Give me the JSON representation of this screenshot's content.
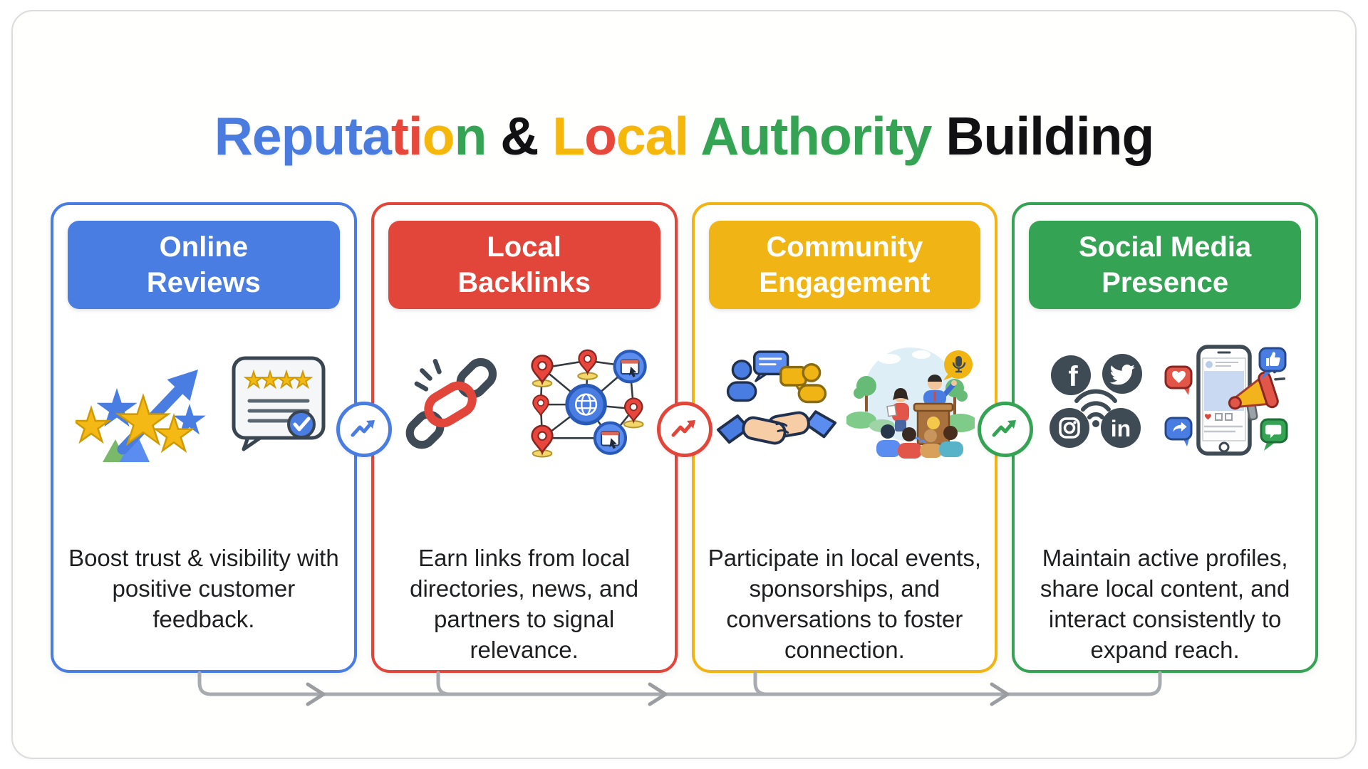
{
  "title": {
    "full_text": "Reputation & Local Authority Building",
    "segments": [
      {
        "text": "Reputa",
        "color": "#4a7ce0"
      },
      {
        "text": "ti",
        "color": "#e8473b"
      },
      {
        "text": "o",
        "color": "#f5b70a"
      },
      {
        "text": "n",
        "color": "#34a353"
      },
      {
        "text": " & ",
        "color": "#111113"
      },
      {
        "text": "L",
        "color": "#f5b70a"
      },
      {
        "text": "o",
        "color": "#e8473b"
      },
      {
        "text": "cal",
        "color": "#f5b70a"
      },
      {
        "text": " ",
        "color": "#111113"
      },
      {
        "text": "Authority",
        "color": "#34a353"
      },
      {
        "text": " Building",
        "color": "#111113"
      }
    ]
  },
  "cards": [
    {
      "id": "online-reviews",
      "color": "#4a7de2",
      "header_lines": [
        "Online",
        "Reviews"
      ],
      "description": "Boost trust & visibility with positive customer feedback.",
      "icons": [
        "star-growth-icon",
        "review-card-icon"
      ]
    },
    {
      "id": "local-backlinks",
      "color": "#e2463a",
      "header_lines": [
        "Local",
        "Backlinks"
      ],
      "description": "Earn links from local directories, news, and partners to signal relevance.",
      "icons": [
        "broken-link-icon",
        "local-network-icon"
      ]
    },
    {
      "id": "community-engagement",
      "color": "#f0b514",
      "header_lines": [
        "Community",
        "Engagement"
      ],
      "description": "Participate in local events, sponsorships, and conversations to foster connection.",
      "icons": [
        "handshake-icon",
        "community-event-icon"
      ]
    },
    {
      "id": "social-media-presence",
      "color": "#34a353",
      "header_lines": [
        "Social Media",
        "Presence"
      ],
      "description": "Maintain active profiles, share local content, and interact consistently to expand reach.",
      "icons": [
        "social-networks-icon",
        "phone-megaphone-icon"
      ]
    }
  ],
  "connectors": [
    {
      "name": "growth-connector-1",
      "color": "#4a7de2"
    },
    {
      "name": "growth-connector-2",
      "color": "#e2463a"
    },
    {
      "name": "growth-connector-3",
      "color": "#34a353"
    }
  ],
  "icon_glyphs": {
    "facebook": "f",
    "linkedin": "in"
  },
  "palette": {
    "blue": "#4a7de2",
    "red": "#e2463a",
    "yellow": "#f0b514",
    "green": "#34a353",
    "flow_line": "#a8abaf",
    "text": "#1e1f21"
  }
}
